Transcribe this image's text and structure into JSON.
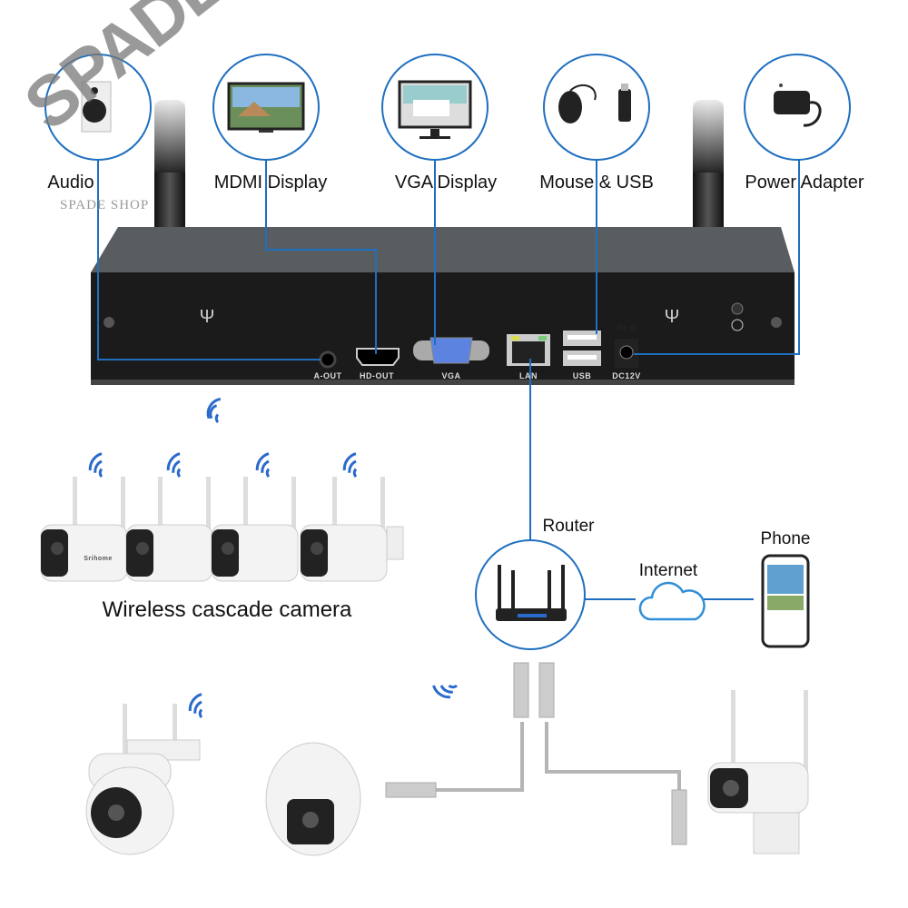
{
  "watermark": {
    "logo": "SPADE",
    "shop": "SPADE SHOP"
  },
  "peripherals": [
    {
      "label": "Audio",
      "icon": "speaker-icon"
    },
    {
      "label": "MDMI Display",
      "icon": "tv-icon"
    },
    {
      "label": "VGA Display",
      "icon": "monitor-icon"
    },
    {
      "label": "Mouse & USB",
      "icon": "mouse-usb-icon"
    },
    {
      "label": "Power Adapter",
      "icon": "power-adapter-icon"
    }
  ],
  "ports": {
    "aout": "A-OUT",
    "hdout": "HD-OUT",
    "vga": "VGA",
    "lan": "LAN",
    "usb": "USB",
    "dc": "DC12V",
    "dc_symbol": "⊖◐⊕"
  },
  "network": {
    "router": "Router",
    "internet": "Internet",
    "phone": "Phone"
  },
  "cameras": {
    "caption": "Wireless cascade camera",
    "brand": "Srihome"
  },
  "colors": {
    "line": "#1f6fc0",
    "nvr": "#1b1b1b",
    "cable": "#b5b5b5"
  }
}
